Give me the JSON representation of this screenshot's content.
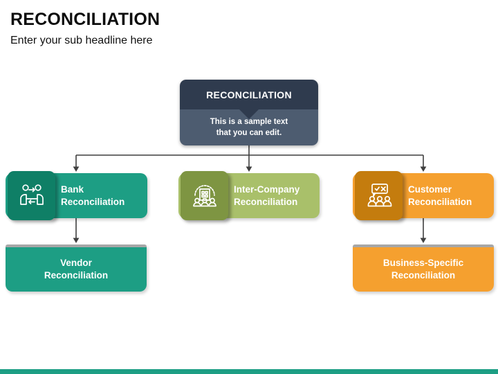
{
  "header": {
    "title": "RECONCILIATION",
    "subtitle": "Enter your sub headline here"
  },
  "root": {
    "title": "RECONCILIATION",
    "body": "This is a sample text\nthat you can edit."
  },
  "branches": [
    {
      "label": "Bank\nReconciliation",
      "icon": "handshake-exchange-icon",
      "child": "Vendor\nReconciliation"
    },
    {
      "label": "Inter-Company\nReconciliation",
      "icon": "company-building-people-icon",
      "child": null
    },
    {
      "label": "Customer\nReconciliation",
      "icon": "customer-feedback-icon",
      "child": "Business-Specific\nReconciliation"
    }
  ],
  "palette": {
    "teal": "#1D9E84",
    "teal_dark": "#0F7F66",
    "olive": "#A9C06A",
    "olive_dark": "#7E9542",
    "orange": "#F5A02F",
    "orange_dark": "#C47C0E",
    "navy": "#2F3B4E",
    "slate": "#4D5C70",
    "gray_strip": "#A7A7A7",
    "line": "#3F3F3F",
    "footer_bar": "#1D9E84"
  }
}
